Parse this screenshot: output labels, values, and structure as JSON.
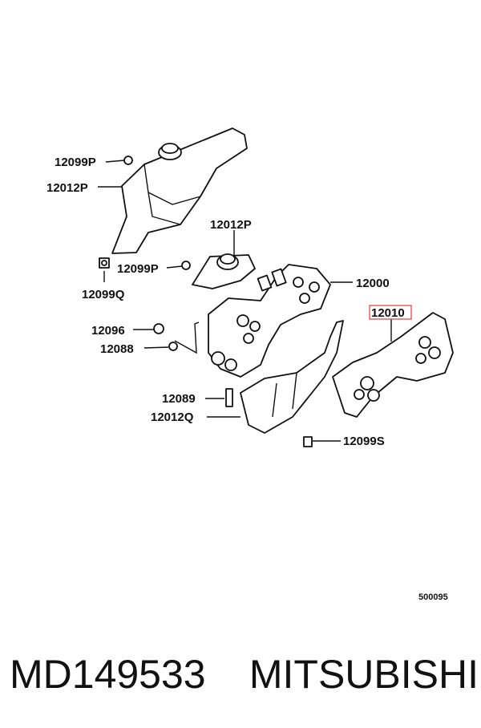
{
  "labels": {
    "l_12099p_a": "12099P",
    "l_12012p_a": "12012P",
    "l_12012p_b": "12012P",
    "l_12099p_b": "12099P",
    "l_12099q": "12099Q",
    "l_12000": "12000",
    "l_12010": "12010",
    "l_12096": "12096",
    "l_12088": "12088",
    "l_12089": "12089",
    "l_12012q": "12012Q",
    "l_12099s": "12099S",
    "ref_code": "500095"
  },
  "highlight": {
    "part": "12010",
    "color": "#e53935"
  },
  "caption": {
    "part_number": "MD149533",
    "brand": "MITSUBISHI"
  }
}
